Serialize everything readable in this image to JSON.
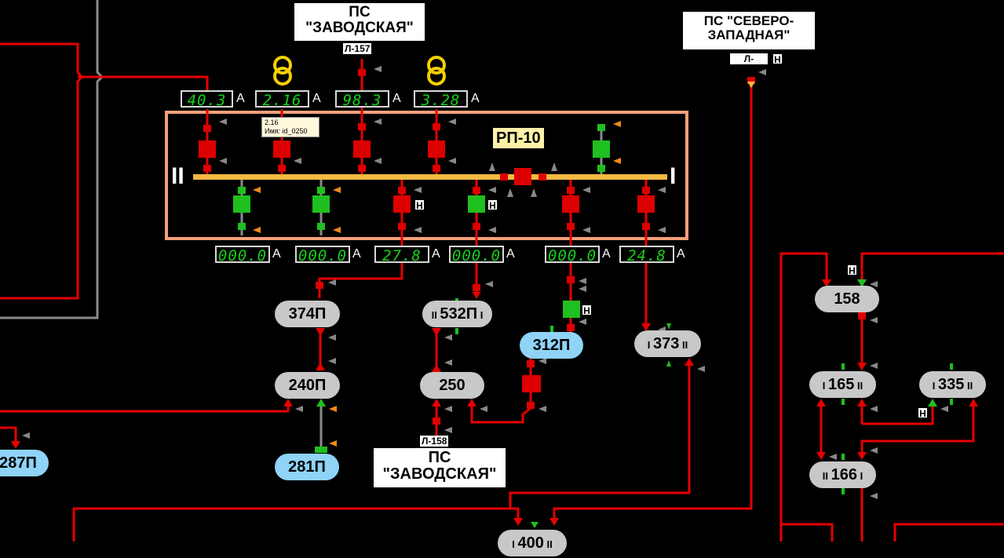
{
  "substations": {
    "zavodskaya_top": {
      "line1": "ПС",
      "line2": "\"ЗАВОДСКАЯ\"",
      "line_tag": "Л-157"
    },
    "severo_zapadnaya": {
      "line1": "ПС \"СЕВЕРО-",
      "line2": "ЗАПАДНАЯ\"",
      "line_tag": "Л-"
    },
    "zavodskaya_bottom": {
      "line1": "ПС",
      "line2": "\"ЗАВОДСКАЯ\"",
      "line_tag": "Л-158"
    }
  },
  "rp": {
    "name": "РП-10",
    "bus_left": "II",
    "bus_right": "I"
  },
  "meters_top": [
    {
      "value": "40.3",
      "unit": "А"
    },
    {
      "value": "2.16",
      "unit": "А"
    },
    {
      "value": "98.3",
      "unit": "А"
    },
    {
      "value": "3.28",
      "unit": "А"
    }
  ],
  "meters_bottom": [
    {
      "value": "000.0",
      "unit": "А"
    },
    {
      "value": "000.0",
      "unit": "А"
    },
    {
      "value": "27.8",
      "unit": "А"
    },
    {
      "value": "000.0",
      "unit": "А"
    },
    {
      "value": "000.0",
      "unit": "А"
    },
    {
      "value": "24.8",
      "unit": "А"
    }
  ],
  "tooltip": {
    "value": "2.16",
    "name": "Имя: id_0250"
  },
  "h_marker": "Н",
  "nodes": {
    "n374": "374П",
    "n240": "240П",
    "n287": "287П",
    "n281": "281П",
    "n532": "532П",
    "n250": "250",
    "n312": "312П",
    "n373": "373",
    "n158": "158",
    "n165": "165",
    "n335": "335",
    "n166": "166",
    "n400": "400"
  },
  "colors": {
    "line_red": "#e60000",
    "line_gray": "#8a8a8a",
    "switch_on": "#dd0000",
    "switch_off": "#1fbf1f",
    "frame": "#f5a07a",
    "bus": "#f5b940",
    "transformer": "#f4d000"
  }
}
